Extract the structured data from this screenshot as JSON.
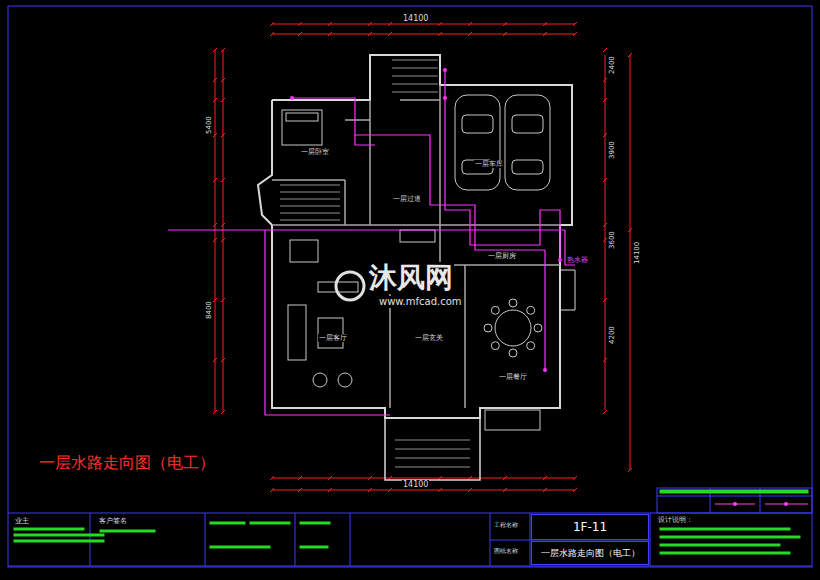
{
  "diagram": {
    "title": "一层水路走向图（电工）",
    "nodes": [
      {
        "text": [
          "1F-11"
        ]
      },
      {
        "text": [
          "一层水路走向图（电工）"
        ]
      }
    ],
    "labels": [
      "沐风网",
      "www.mfcad.com",
      "14100",
      "14100",
      "一层卧室",
      "一层过道",
      "一层车库",
      "一层客厅",
      "一层玄关",
      "一层餐厅",
      "一层厨房",
      "热水器",
      "2400",
      "3900",
      "3600",
      "4200",
      "14100",
      "5400",
      "8400",
      "业主",
      "客户签名",
      "设计说明：",
      "工程名称",
      "图纸名称"
    ]
  }
}
